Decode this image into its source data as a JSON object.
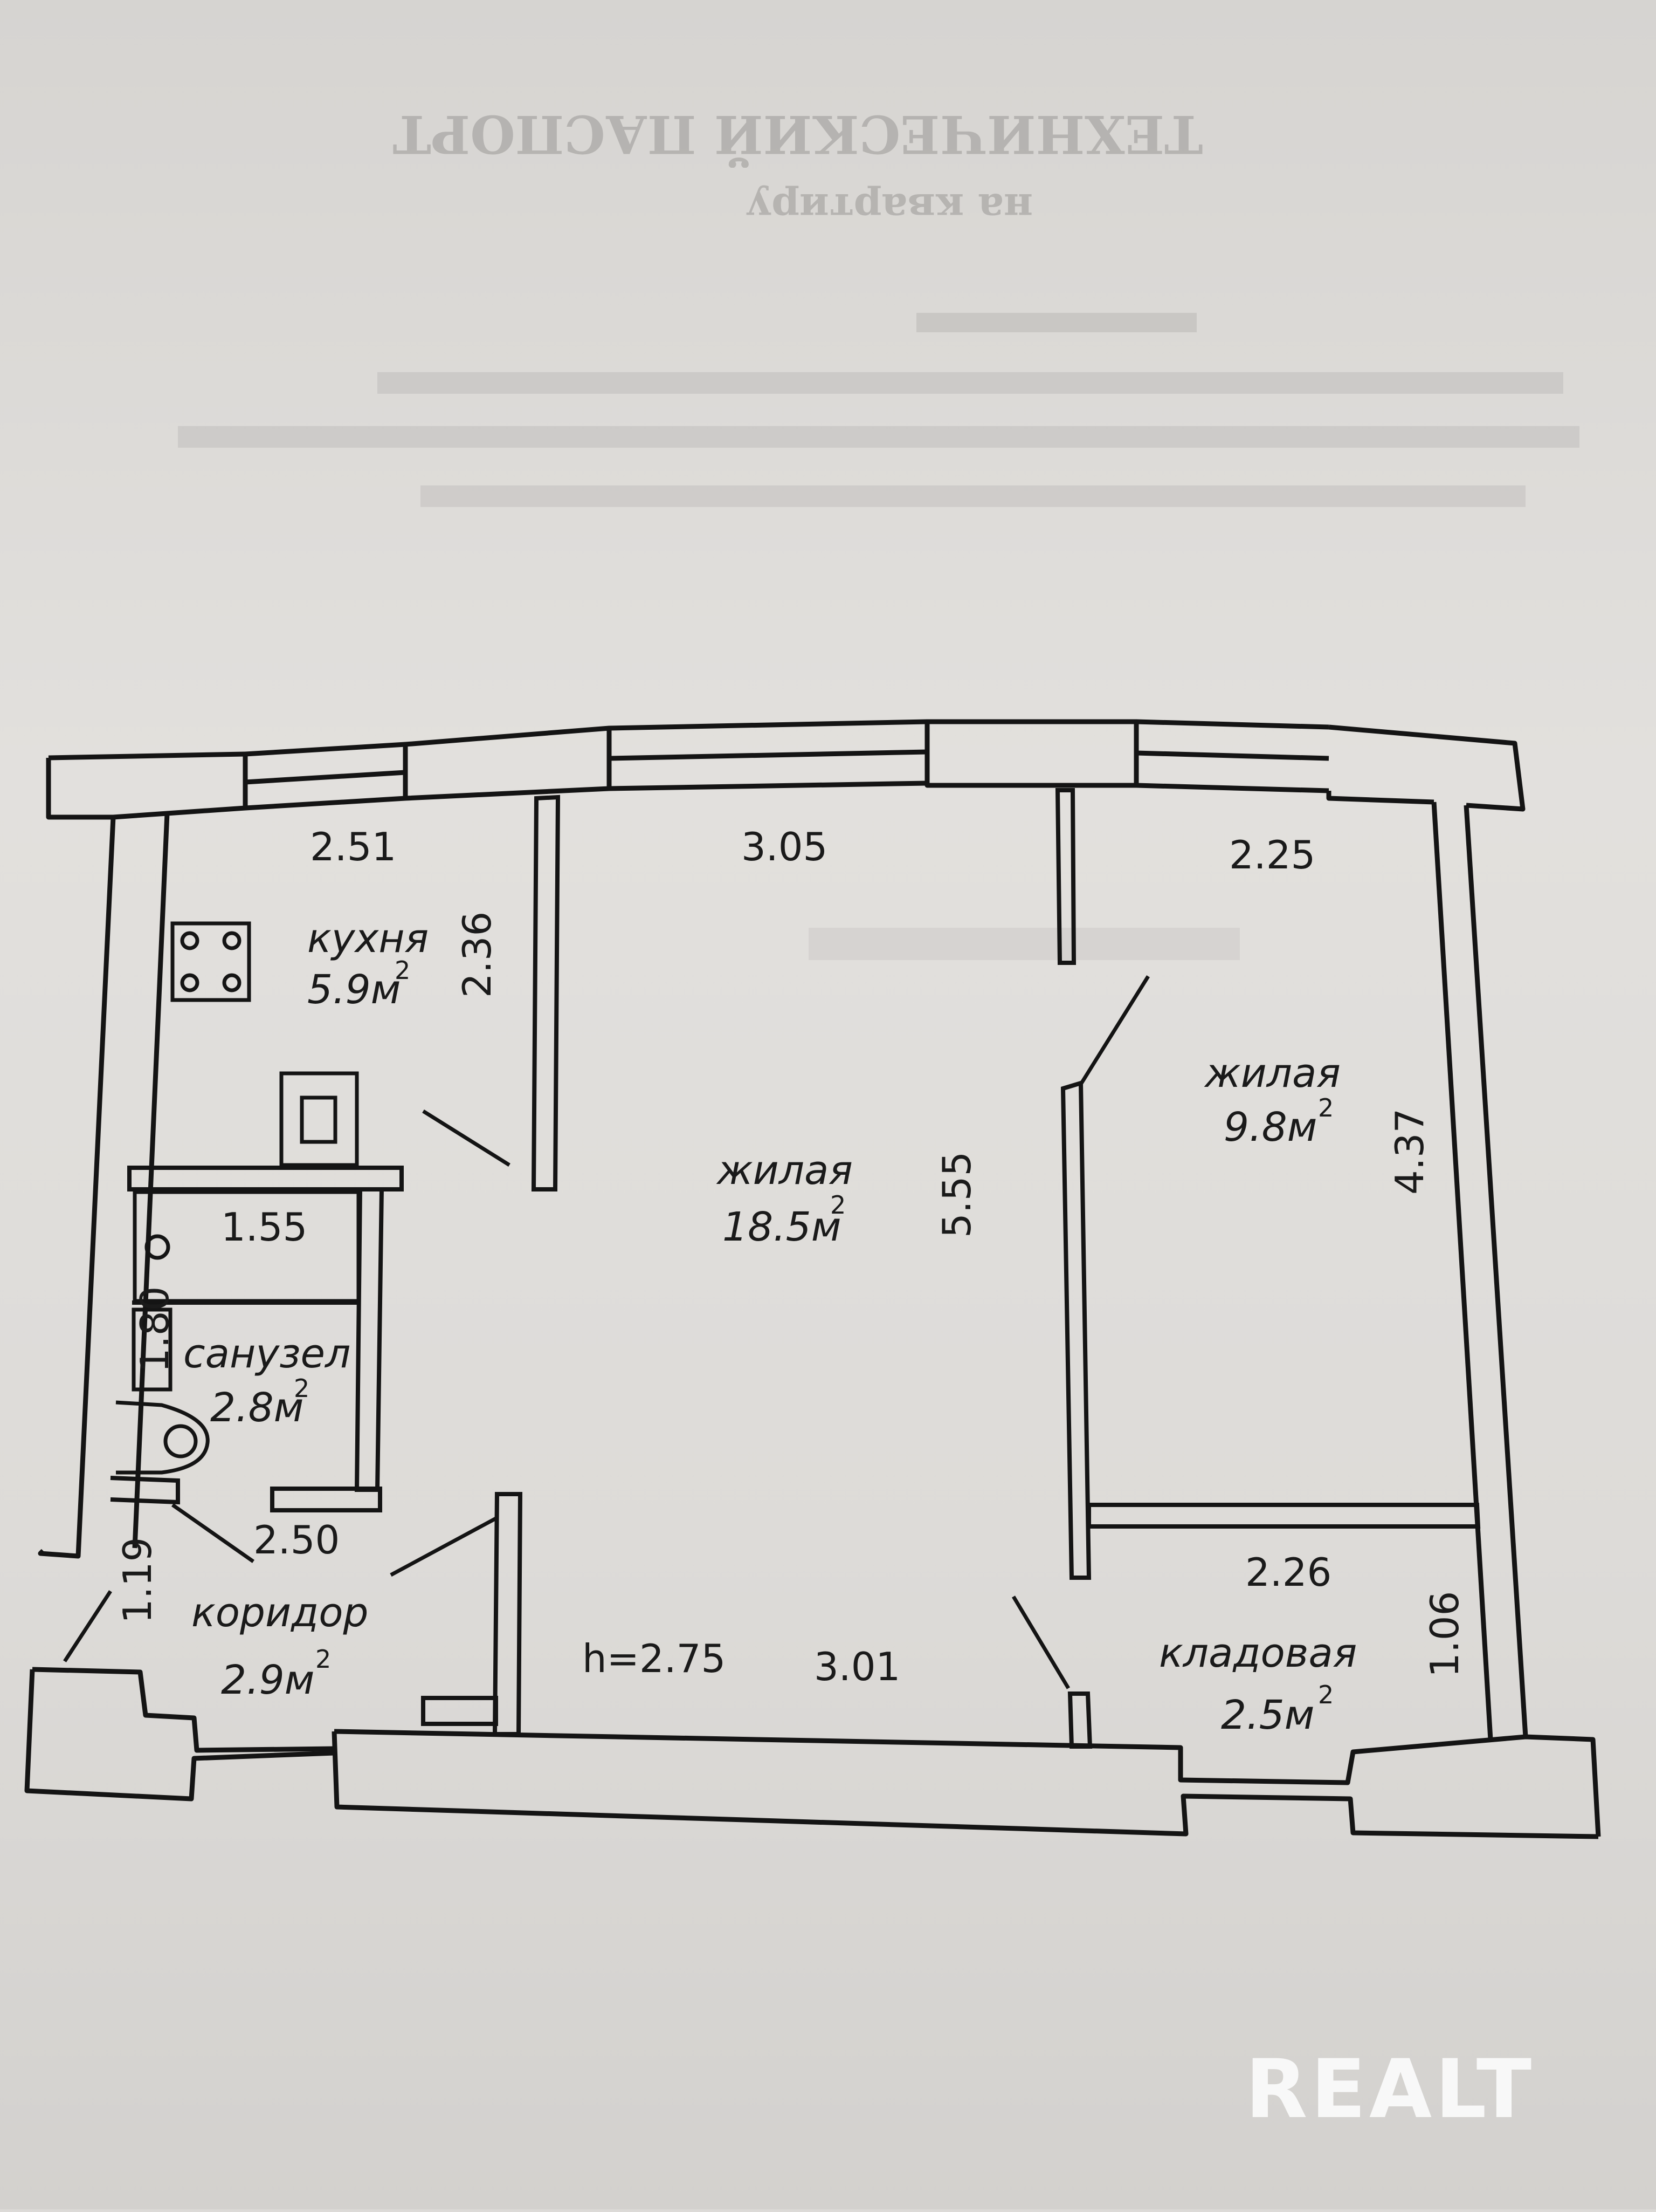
{
  "header": {
    "faded_title": "ТЕХНИЧЕСКИЙ ПАСПОРТ",
    "faded_subtitle": "на квартиру"
  },
  "rooms": {
    "kitchen": {
      "label": "кухня",
      "area": "5.9м",
      "sup": "2"
    },
    "living_main": {
      "label": "жилая",
      "area": "18.5м",
      "sup": "2"
    },
    "living_small": {
      "label": "жилая",
      "area": "9.8м",
      "sup": "2"
    },
    "bathroom": {
      "label": "санузел",
      "area": "2.8м",
      "sup": "2"
    },
    "corridor": {
      "label": "коридор",
      "area": "2.9м",
      "sup": "2"
    },
    "storage": {
      "label": "кладовая",
      "area": "2.5м",
      "sup": "2"
    }
  },
  "dimensions": {
    "kitchen_width": "2.51",
    "kitchen_depth": "2.36",
    "living_main_width": "3.05",
    "living_main_depth": "5.55",
    "living_small_width": "2.25",
    "living_small_depth": "4.37",
    "bath_upper_width": "1.55",
    "bath_depth": "1.80",
    "bath_lower_width": "2.50",
    "corridor_width": "1.19",
    "ceiling_height": "h=2.75",
    "bottom_width": "3.01",
    "storage_width": "2.26",
    "storage_depth": "1.06"
  },
  "watermark": "REALT"
}
